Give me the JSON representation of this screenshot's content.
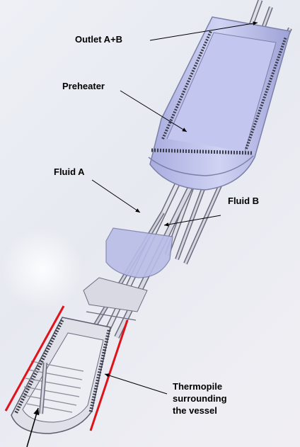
{
  "labels": {
    "outlet": "Outlet A+B",
    "preheater": "Preheater",
    "fluid_a": "Fluid A",
    "fluid_b": "Fluid B",
    "thermopile_lines": [
      "Thermopile",
      "surrounding",
      "the vessel"
    ]
  },
  "colors": {
    "background": "#e9ebf2",
    "shell": "#b9bde8",
    "shell_edge": "#7d80a8",
    "tube": "#c7c9d6",
    "tube_edge": "#6a6c7d",
    "coil": "#3a3c4a",
    "thermopile": "#e1121a",
    "text": "#000000"
  }
}
